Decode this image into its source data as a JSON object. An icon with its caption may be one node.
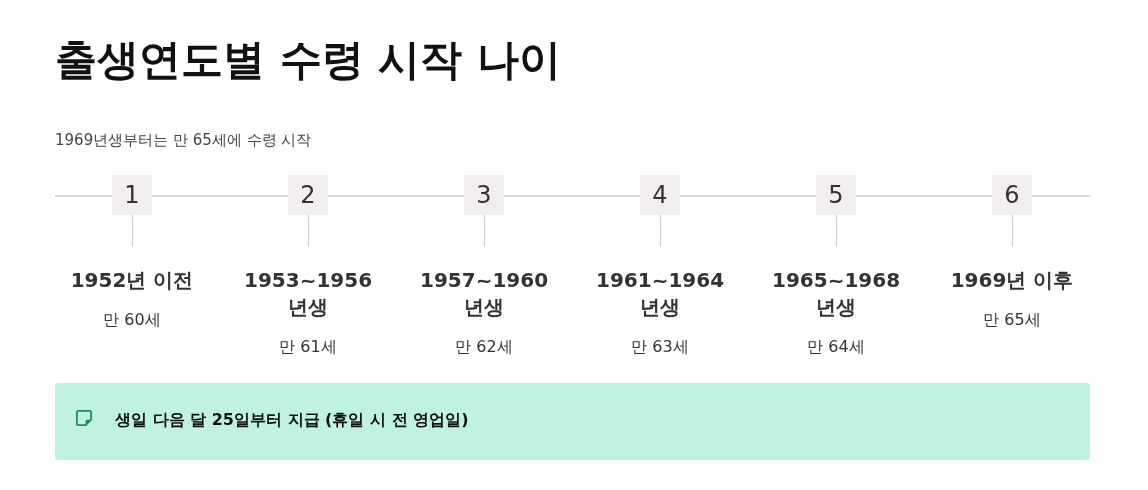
{
  "diagram": {
    "title": "출생연도별 수령 시작 나이",
    "nodes": [
      {
        "text": [
          "1"
        ],
        "beside": [
          "1952년 이전",
          "만 60세"
        ]
      },
      {
        "text": [
          "2"
        ],
        "beside": [
          "1953~1956 년생",
          "만 61세"
        ]
      },
      {
        "text": [
          "3"
        ],
        "beside": [
          "1957~1960 년생",
          "만 62세"
        ]
      },
      {
        "text": [
          "4"
        ],
        "beside": [
          "1961~1964 년생",
          "만 63세"
        ]
      },
      {
        "text": [
          "5"
        ],
        "beside": [
          "1965~1968 년생",
          "만 64세"
        ]
      },
      {
        "text": [
          "6"
        ],
        "beside": [
          "1969년 이후",
          "만 65세"
        ]
      },
      {
        "text": [
          "생일 다음 달 25일부터 지급 (휴일 시 전 영업일)"
        ]
      }
    ],
    "labels": [
      "1969년생부터는 만 65세에 수령 시작"
    ]
  }
}
